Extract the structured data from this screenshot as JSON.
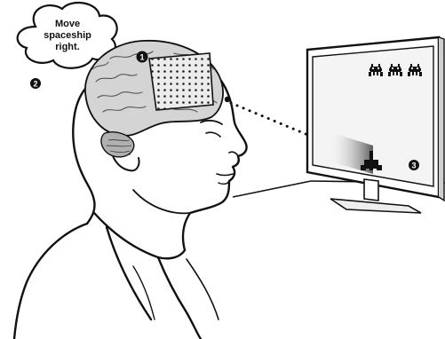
{
  "thought_bubble": {
    "lines": [
      "Move",
      "spaceship",
      "right."
    ]
  },
  "markers": {
    "step1": "1",
    "step2": "2",
    "step3": "3"
  },
  "colors": {
    "ink": "#111111",
    "electrode_array": "#e8e8e8",
    "screen_gradient_dark": "#5a5a5a",
    "screen_bg": "#f4f4f4",
    "brain_shade": "#c8c8c8"
  },
  "icons": {
    "invaders": [
      "space-invader-icon",
      "space-invader-icon",
      "space-invader-icon"
    ],
    "ship": "spaceship-icon"
  }
}
